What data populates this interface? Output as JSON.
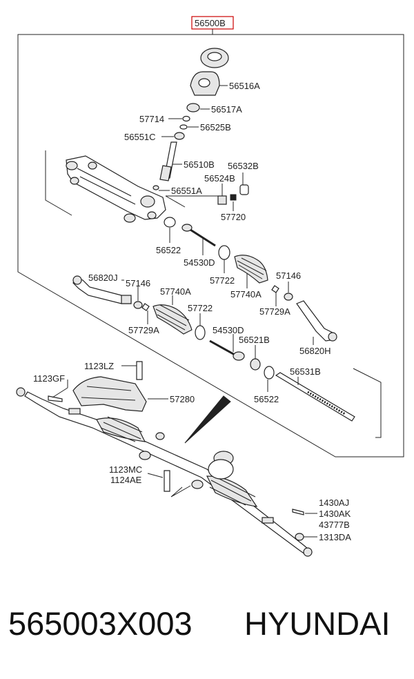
{
  "diagram": {
    "assembly_label": "56500B",
    "assembly_label_color": "#cc0000",
    "labels": {
      "l56516A": "56516A",
      "l56517A": "56517A",
      "l57714": "57714",
      "l56525B": "56525B",
      "l56551C": "56551C",
      "l56510B": "56510B",
      "l56532B": "56532B",
      "l56524B": "56524B",
      "l56551A": "56551A",
      "l57720": "57720",
      "l56522a": "56522",
      "l54530Da": "54530D",
      "l57722a": "57722",
      "l57740Aa": "57740A",
      "l56820J": "56820J",
      "l57146a": "57146",
      "l57740Ab": "57740A",
      "l57146b": "57146",
      "l57729Aa": "57729A",
      "l57722b": "57722",
      "l57729Ab": "57729A",
      "l54530Db": "54530D",
      "l56521B": "56521B",
      "l56820H": "56820H",
      "l56531B": "56531B",
      "l56522b": "56522",
      "l1123LZ": "1123LZ",
      "l1123GF": "1123GF",
      "l57280": "57280",
      "l1123MC": "1123MC",
      "l1124AE": "1124AE",
      "l1430AJ": "1430AJ",
      "l1430AK": "1430AK",
      "l43777B": "43777B",
      "l1313DA": "1313DA"
    }
  },
  "footer": {
    "part_number": "565003X003",
    "brand": "HYUNDAI"
  }
}
